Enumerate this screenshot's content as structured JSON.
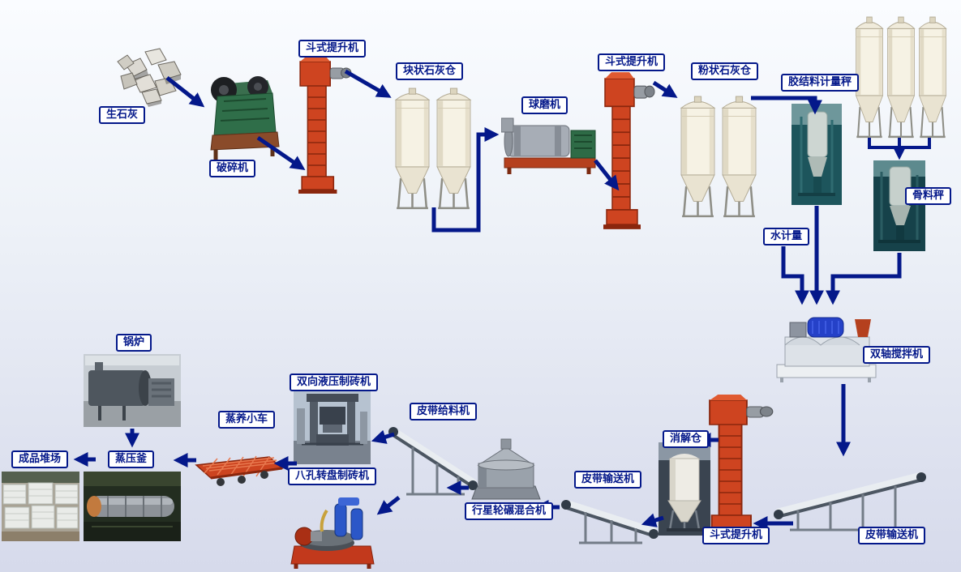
{
  "nodes": {
    "quicklime": {
      "label": "生石灰"
    },
    "crusher": {
      "label": "破碎机"
    },
    "bucket_elevator_1": {
      "label": "斗式提升机"
    },
    "lump_lime_silo": {
      "label": "块状石灰仓"
    },
    "ball_mill": {
      "label": "球磨机"
    },
    "bucket_elevator_2": {
      "label": "斗式提升机"
    },
    "powder_lime_silo": {
      "label": "粉状石灰仓"
    },
    "binder_metering_scale": {
      "label": "胶结料计量秤"
    },
    "aggregate_scale": {
      "label": "骨料秤"
    },
    "water_metering": {
      "label": "水计量"
    },
    "twin_shaft_mixer": {
      "label": "双轴搅拌机"
    },
    "belt_conveyor_right": {
      "label": "皮带输送机"
    },
    "bucket_elevator_3": {
      "label": "斗式提升机"
    },
    "slaking_silo": {
      "label": "消解仓"
    },
    "belt_conveyor_mid": {
      "label": "皮带输送机"
    },
    "planetary_wheel_mixer": {
      "label": "行星轮碾混合机"
    },
    "belt_feeder": {
      "label": "皮带给料机"
    },
    "hydraulic_brick_machine": {
      "label": "双向液压制砖机"
    },
    "rotary_brick_machine": {
      "label": "八孔转盘制砖机"
    },
    "steam_curing_trolley": {
      "label": "蒸养小车"
    },
    "autoclave": {
      "label": "蒸压釜"
    },
    "boiler": {
      "label": "锅炉"
    },
    "finished_product_yard": {
      "label": "成品堆场"
    }
  },
  "flow": [
    {
      "from": "quicklime",
      "to": "crusher"
    },
    {
      "from": "crusher",
      "to": "bucket_elevator_1"
    },
    {
      "from": "bucket_elevator_1",
      "to": "lump_lime_silo"
    },
    {
      "from": "lump_lime_silo",
      "to": "ball_mill"
    },
    {
      "from": "ball_mill",
      "to": "bucket_elevator_2"
    },
    {
      "from": "bucket_elevator_2",
      "to": "powder_lime_silo"
    },
    {
      "from": "powder_lime_silo",
      "to": "binder_metering_scale"
    },
    {
      "from": "storage_silos",
      "to": "aggregate_scale"
    },
    {
      "from": "water_metering",
      "to": "twin_shaft_mixer"
    },
    {
      "from": "binder_metering_scale",
      "to": "twin_shaft_mixer"
    },
    {
      "from": "aggregate_scale",
      "to": "twin_shaft_mixer"
    },
    {
      "from": "twin_shaft_mixer",
      "to": "belt_conveyor_right"
    },
    {
      "from": "belt_conveyor_right",
      "to": "bucket_elevator_3"
    },
    {
      "from": "bucket_elevator_3",
      "to": "slaking_silo"
    },
    {
      "from": "slaking_silo",
      "to": "belt_conveyor_mid"
    },
    {
      "from": "belt_conveyor_mid",
      "to": "planetary_wheel_mixer"
    },
    {
      "from": "planetary_wheel_mixer",
      "to": "belt_feeder"
    },
    {
      "from": "belt_feeder",
      "to": "hydraulic_brick_machine"
    },
    {
      "from": "belt_feeder",
      "to": "rotary_brick_machine"
    },
    {
      "from": "hydraulic_brick_machine",
      "to": "steam_curing_trolley"
    },
    {
      "from": "steam_curing_trolley",
      "to": "autoclave"
    },
    {
      "from": "autoclave",
      "to": "finished_product_yard"
    },
    {
      "from": "boiler",
      "to": "autoclave"
    }
  ],
  "colors": {
    "arrow": "#04188a",
    "label_border": "#04188a",
    "label_text": "#04188a",
    "label_background": "#ffffff",
    "background_top": "#fafcff",
    "background_bottom": "#d6daeb"
  }
}
